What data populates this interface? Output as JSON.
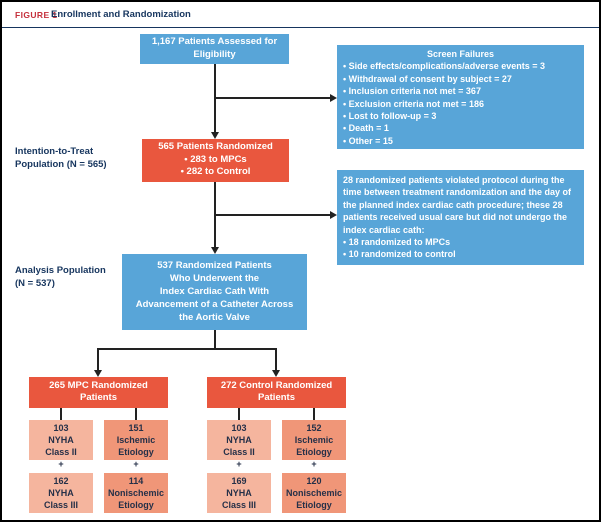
{
  "figure": {
    "label": "FIGURE 1",
    "title": "Enrollment and Randomization"
  },
  "side_labels": {
    "itt_line1": "Intention-to-Treat",
    "itt_line2": "Population (N = 565)",
    "analysis_line1": "Analysis Population",
    "analysis_line2": "(N = 537)"
  },
  "boxes": {
    "eligibility": {
      "text": "1,167 Patients Assessed for Eligibility"
    },
    "screen_failures": {
      "title": "Screen Failures",
      "items": [
        "• Side effects/complications/adverse events = 3",
        "• Withdrawal of consent by subject = 27",
        "• Inclusion criteria not met = 367",
        "• Exclusion criteria not met = 186",
        "• Lost to follow-up = 3",
        "• Death = 1",
        "• Other = 15"
      ]
    },
    "randomized": {
      "title": "565 Patients Randomized",
      "items": [
        "• 283 to MPCs",
        "• 282 to Control"
      ]
    },
    "protocol_violation": {
      "text": "28 randomized patients violated protocol during the time between treatment randomization and the day of the planned index cardiac cath procedure; these 28 patients received usual care but did not undergo the index cardiac cath:",
      "items": [
        "• 18 randomized to MPCs",
        "• 10 randomized to control"
      ]
    },
    "analysis": {
      "lines": [
        "537 Randomized Patients",
        "Who Underwent the",
        "Index Cardiac Cath With",
        "Advancement of a Catheter Across",
        "the Aortic Valve"
      ]
    },
    "mpc": {
      "line1": "265 MPC Randomized",
      "line2": "Patients"
    },
    "control": {
      "line1": "272 Control Randomized",
      "line2": "Patients"
    },
    "mpc_nyha2": {
      "lines": [
        "103",
        "NYHA",
        "Class II"
      ]
    },
    "mpc_ischemic": {
      "lines": [
        "151",
        "Ischemic",
        "Etiology"
      ]
    },
    "mpc_nyha3": {
      "lines": [
        "162",
        "NYHA",
        "Class III"
      ]
    },
    "mpc_nonischemic": {
      "lines": [
        "114",
        "Nonischemic",
        "Etiology"
      ]
    },
    "control_nyha2": {
      "lines": [
        "103",
        "NYHA",
        "Class II"
      ]
    },
    "control_ischemic": {
      "lines": [
        "152",
        "Ischemic",
        "Etiology"
      ]
    },
    "control_nyha3": {
      "lines": [
        "169",
        "NYHA",
        "Class III"
      ]
    },
    "control_nonischemic": {
      "lines": [
        "120",
        "Nonischemic",
        "Etiology"
      ]
    }
  },
  "plus_sign": "+",
  "colors": {
    "blue": "#58a5d8",
    "red": "#e9573e",
    "salmon_light": "#f5b59e",
    "salmon_dark": "#f09678",
    "navy_text": "#16355e",
    "figure_label_red": "#c5303c",
    "line_black": "#222222"
  }
}
